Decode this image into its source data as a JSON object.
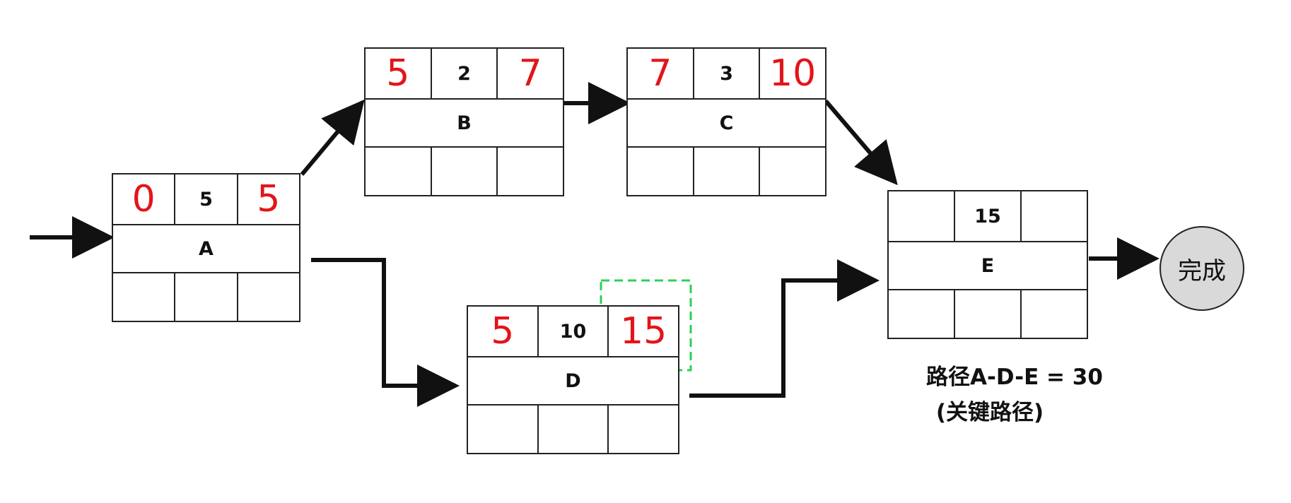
{
  "colors": {
    "accent_red": "#e2151a",
    "critical_highlight": "#2bd154",
    "done_fill": "#d9d9d9"
  },
  "nodes": {
    "A": {
      "early_start": "0",
      "duration": "5",
      "early_finish": "5",
      "name": "A"
    },
    "B": {
      "early_start": "5",
      "duration": "2",
      "early_finish": "7",
      "name": "B"
    },
    "C": {
      "early_start": "7",
      "duration": "3",
      "early_finish": "10",
      "name": "C"
    },
    "D": {
      "early_start": "5",
      "duration": "10",
      "early_finish": "15",
      "name": "D"
    },
    "E": {
      "early_start": "",
      "duration": "15",
      "early_finish": "",
      "name": "E"
    }
  },
  "finish_node": {
    "label": "完成"
  },
  "annotation": {
    "path": "路径A-D-E = 30",
    "note": "(关键路径)"
  },
  "edges": [
    {
      "from": "start",
      "to": "A"
    },
    {
      "from": "A",
      "to": "B"
    },
    {
      "from": "B",
      "to": "C"
    },
    {
      "from": "C",
      "to": "E"
    },
    {
      "from": "A",
      "to": "D"
    },
    {
      "from": "D",
      "to": "E"
    },
    {
      "from": "E",
      "to": "完成"
    }
  ]
}
